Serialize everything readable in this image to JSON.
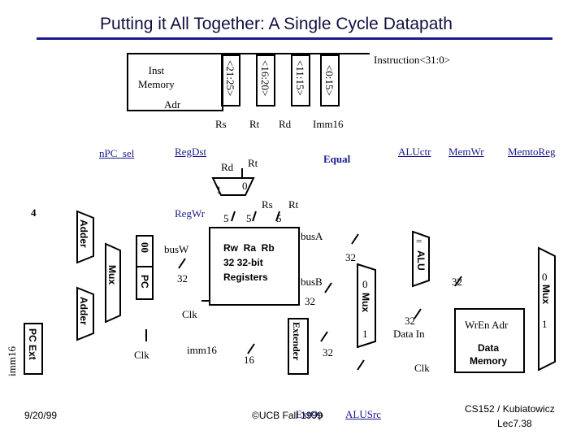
{
  "title": "Putting it All Together: A Single Cycle Datapath",
  "labels": {
    "inst_memory": "Inst\nMemory",
    "adr": "Adr",
    "instruction": "Instruction<31:0>",
    "field_21_25": "<21:25>",
    "field_16_20": "<16:20>",
    "field_11_15": "<11:15>",
    "field_0_15": "<0:15>",
    "rs": "Rs",
    "rt": "Rt",
    "rd": "Rd",
    "imm16": "Imm16",
    "npc_sel": "nPC_sel",
    "regdst": "RegDst",
    "equal": "Equal",
    "aluctr": "ALUctr",
    "memwr": "MemWr",
    "memtoreg": "MemtoReg",
    "mux_rd": "Rd",
    "mux_rt": "Rt",
    "mux_one": "1",
    "mux_zero": "0",
    "four": "4",
    "regwr": "RegWr",
    "five_a": "5",
    "five_b": "5",
    "five_c": "5",
    "rs2": "Rs",
    "rt2": "Rt",
    "adder": "Adder",
    "adder2": "Adder",
    "zeros": "00",
    "mux_pc": "Mux",
    "pc": "PC",
    "busw": "busW",
    "busw_32": "32",
    "regfile": "Rw  Ra  Rb\n32 32-bit\nRegisters",
    "busa": "busA",
    "busa_32": "32",
    "busb": "busB",
    "busb_32": "32",
    "alu": "ALU",
    "alu_eq": "=",
    "alu_32": "32",
    "mux_alu": "Mux",
    "mux_alu_0": "0",
    "mux_alu_1": "1",
    "clk_a": "Clk",
    "clk_b": "Clk",
    "clk_c": "Clk",
    "imm16_lower": "imm16",
    "imm16_16": "16",
    "extender": "Extender",
    "ext_32": "32",
    "data_in_32": "32",
    "data_in": "Data In",
    "wren_adr": "WrEn  Adr",
    "data_memory": "Data\nMemory",
    "mux_mem": "Mux",
    "mux_mem_0": "0",
    "mux_mem_1": "1",
    "pcext": "PC Ext",
    "imm16_side": "imm16",
    "extop": "ExtOp",
    "alusrc": "ALUSrc"
  },
  "footer": {
    "date": "9/20/99",
    "copyright": "©UCB Fall 1999",
    "course": "CS152 / Kubiatowicz",
    "lecture": "Lec7.38"
  }
}
